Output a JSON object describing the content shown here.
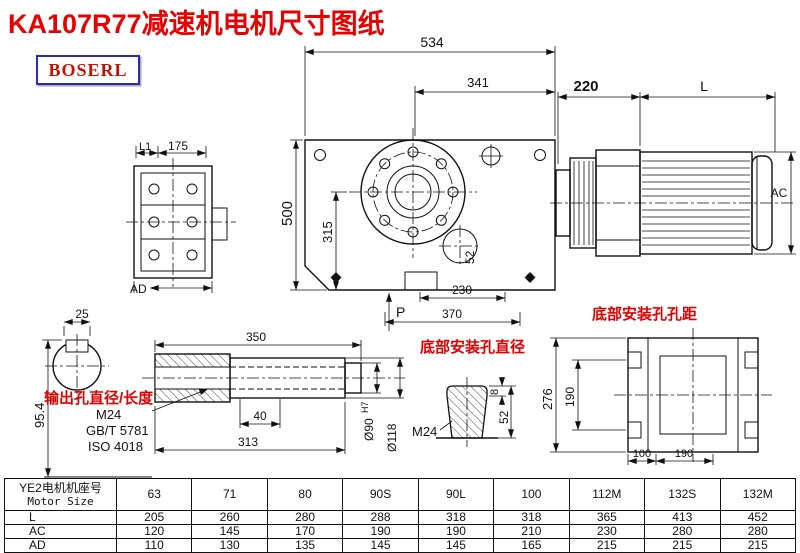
{
  "page": {
    "title": "KA107R77减速机电机尺寸图纸",
    "logo": "BOSERL"
  },
  "views": {
    "side": {
      "l1": "L1",
      "d175": "175",
      "ad": "AD"
    },
    "main": {
      "d534": "534",
      "d341": "341",
      "d500": "500",
      "d315": "315",
      "d52": "52",
      "d230": "230",
      "d370": "370",
      "p": "P"
    },
    "motor": {
      "d220": "220",
      "l": "L",
      "ac": "AC"
    },
    "section": {
      "d25": "25",
      "d954": "95.4"
    },
    "shaft": {
      "d350": "350",
      "d40": "40",
      "d313": "313",
      "d90": "Ø90",
      "d90_tol": "H7",
      "d118": "Ø118",
      "label": "输出孔直径/长度",
      "m24": "M24",
      "gb": "GB/T 5781",
      "iso": "ISO 4018"
    },
    "hole": {
      "label": "底部安装孔直径",
      "m24": "M24",
      "d8": "8",
      "d52": "52"
    },
    "base": {
      "label": "底部安装孔孔距",
      "d276": "276",
      "d190v": "190",
      "d100": "100",
      "d190h": "190"
    }
  },
  "table": {
    "header_cn": "YE2电机机座号",
    "header_en": "Motor Size",
    "columns": [
      "63",
      "71",
      "80",
      "90S",
      "90L",
      "100",
      "112M",
      "132S",
      "132M"
    ],
    "rows": [
      {
        "label": "L",
        "values": [
          "205",
          "260",
          "280",
          "288",
          "318",
          "318",
          "365",
          "413",
          "452"
        ]
      },
      {
        "label": "AC",
        "values": [
          "120",
          "145",
          "170",
          "190",
          "190",
          "210",
          "230",
          "280",
          "280"
        ]
      },
      {
        "label": "AD",
        "values": [
          "110",
          "130",
          "135",
          "145",
          "145",
          "165",
          "215",
          "215",
          "215"
        ]
      }
    ]
  }
}
